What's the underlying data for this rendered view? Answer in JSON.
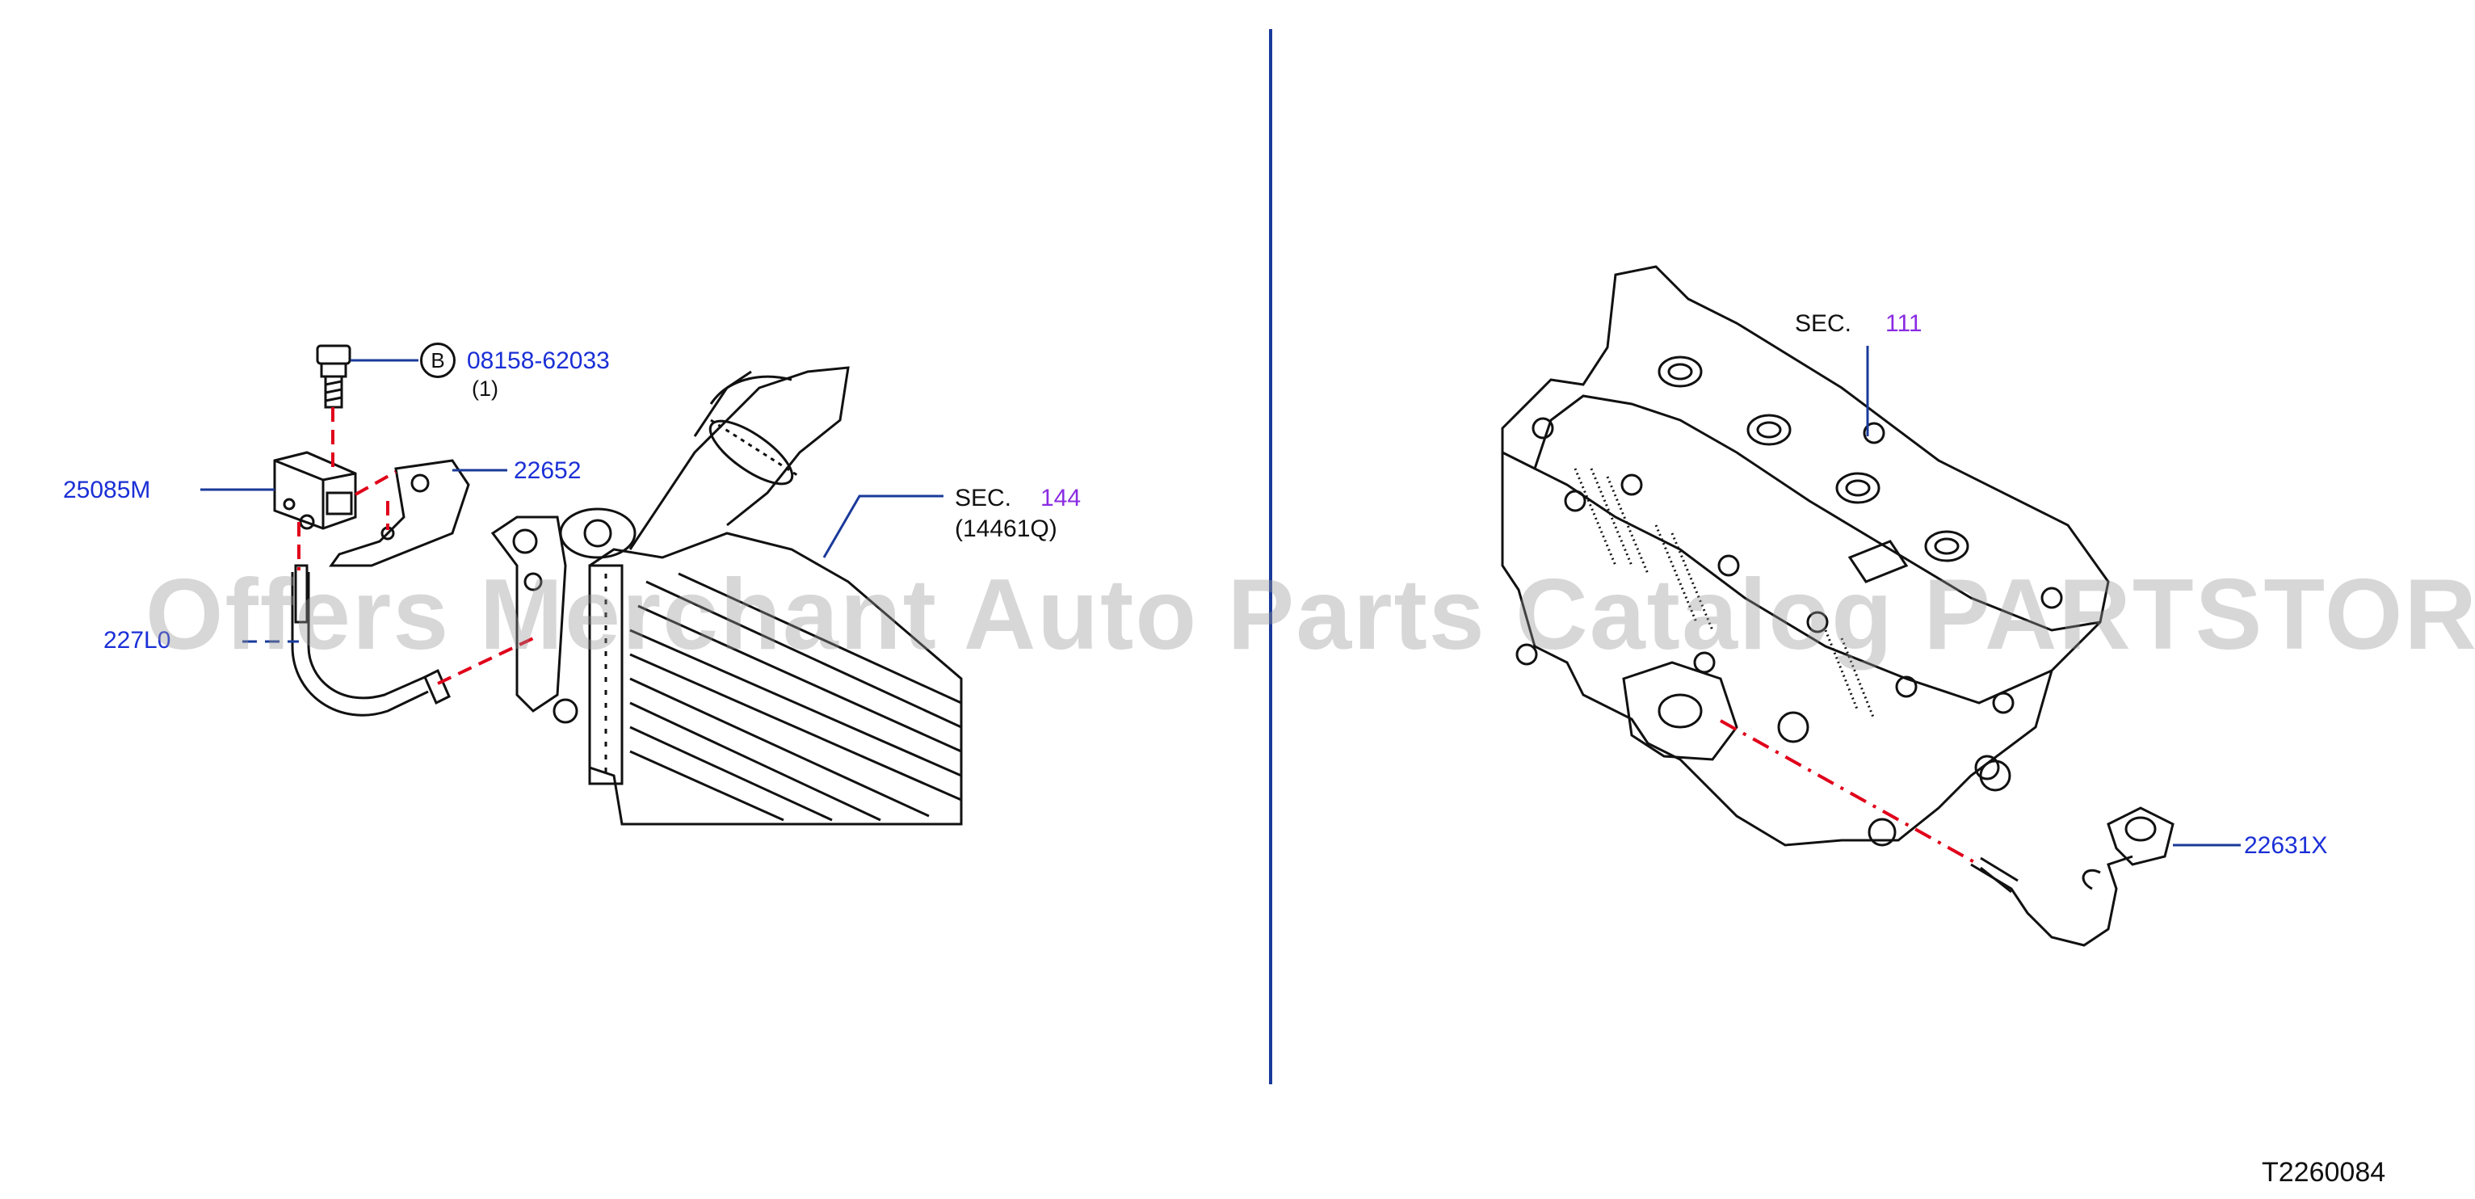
{
  "left_panel": {
    "bolt": {
      "part_no": "08158-62033",
      "qty": "(1)",
      "circle_letter": "B"
    },
    "sensor": {
      "part_no": "25085M"
    },
    "bracket": {
      "part_no": "22652"
    },
    "hose": {
      "part_no": "227L0"
    },
    "section": {
      "label": "SEC.",
      "number": "144",
      "sub": "(14461Q)"
    }
  },
  "right_panel": {
    "section": {
      "label": "SEC.",
      "number": "111"
    },
    "sensor": {
      "part_no": "22631X"
    }
  },
  "watermark": "Offers Merchant Auto Parts Catalog PARTSTORE.SA",
  "diagram_id": "T2260084",
  "colors": {
    "callout_line": "#1a3a9a",
    "dash_line": "#e0001a",
    "label_blue": "#1a2fd6",
    "section_purple": "#8a2be2"
  }
}
